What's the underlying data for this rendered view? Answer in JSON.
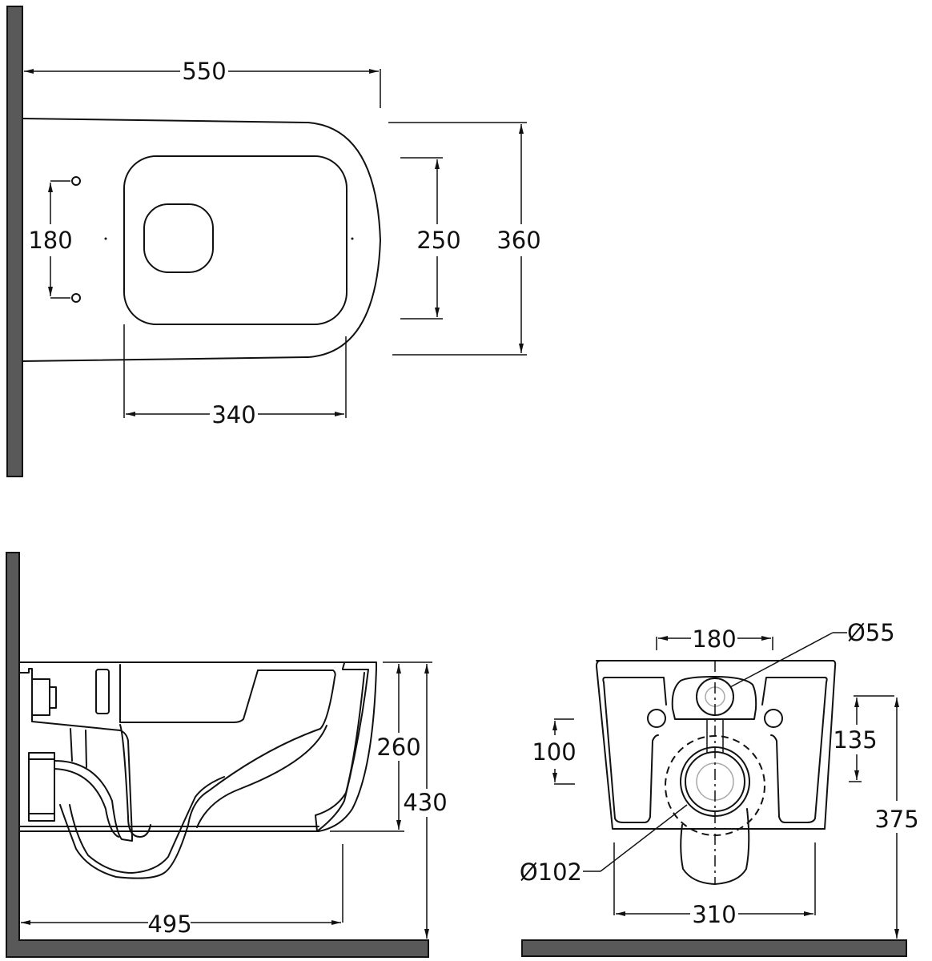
{
  "title": "Wall-hung toilet technical drawing",
  "colors": {
    "wall": "#595959",
    "line": "#111111"
  },
  "top_view": {
    "overall_length": "550",
    "overall_width": "360",
    "seat_width": "250",
    "seat_length": "340",
    "fixing_spacing": "180"
  },
  "side_view": {
    "bowl_height": "260",
    "total_height": "430",
    "projection": "495"
  },
  "front_view": {
    "fixing_spacing": "180",
    "inlet_diameter": "Ø55",
    "outlet_diameter": "Ø102",
    "outlet_offset": "100",
    "fixing_height": "135",
    "floor_height": "375",
    "base_width": "310"
  }
}
